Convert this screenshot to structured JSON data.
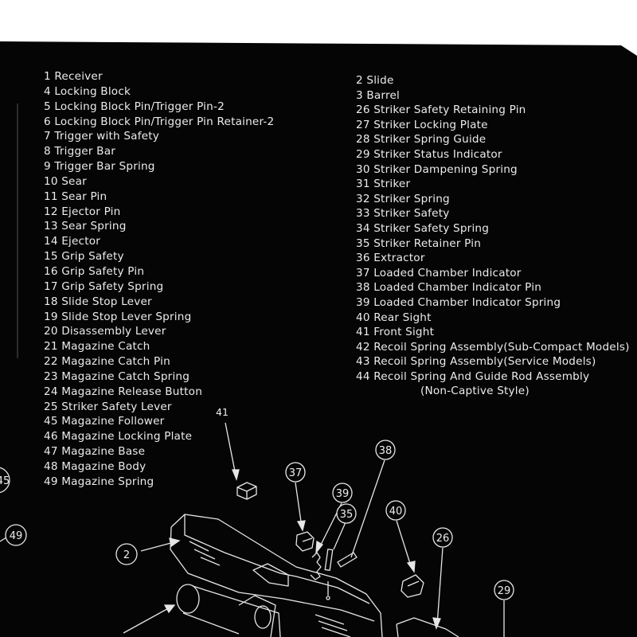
{
  "parts_left": [
    "1 Receiver",
    "4 Locking Block",
    "5 Locking Block Pin/Trigger Pin-2",
    "6 Locking Block Pin/Trigger Pin Retainer-2",
    "7 Trigger with Safety",
    "8 Trigger Bar",
    "9 Trigger Bar Spring",
    "10 Sear",
    "11 Sear Pin",
    "12 Ejector Pin",
    "13 Sear Spring",
    "14 Ejector",
    "15 Grip Safety",
    "16 Grip Safety Pin",
    "17 Grip Safety Spring",
    "18 Slide Stop Lever",
    "19 Slide Stop Lever Spring",
    "20 Disassembly Lever",
    "21 Magazine Catch",
    "22 Magazine Catch Pin",
    "23 Magazine Catch Spring",
    "24 Magazine Release Button",
    "25 Striker Safety Lever",
    "45 Magazine Follower",
    "46 Magazine Locking Plate",
    "47 Magazine Base",
    "48 Magazine Body",
    "49 Magazine Spring"
  ],
  "parts_right": [
    "2 Slide",
    "3 Barrel",
    "26 Striker Safety Retaining Pin",
    "27 Striker Locking Plate",
    "28 Striker Spring Guide",
    "29 Striker Status Indicator",
    "30 Striker Dampening Spring",
    "31 Striker",
    "32 Striker Spring",
    "33 Striker Safety",
    "34 Striker Safety Spring",
    "35 Striker Retainer Pin",
    "36 Extractor",
    "37 Loaded Chamber Indicator",
    "38 Loaded Chamber Indicator Pin",
    "39 Loaded Chamber Indicator Spring",
    "40 Rear Sight",
    "41 Front Sight",
    "42 Recoil Spring Assembly(Sub-Compact Models)",
    "43 Recoil Spring Assembly(Service Models)",
    "44 Recoil Spring And Guide Rod Assembly"
  ],
  "parts_right_cont": "(Non-Captive Style)",
  "callouts": {
    "c41": "41",
    "c38": "38",
    "c37": "37",
    "c39": "39",
    "c35": "35",
    "c40": "40",
    "c26": "26",
    "c2": "2",
    "c29": "29",
    "c45": "45",
    "c49": "49"
  },
  "colors": {
    "mat": "#050505",
    "text": "#ececec",
    "line": "#e6e6e6",
    "frame": "#ffffff"
  }
}
